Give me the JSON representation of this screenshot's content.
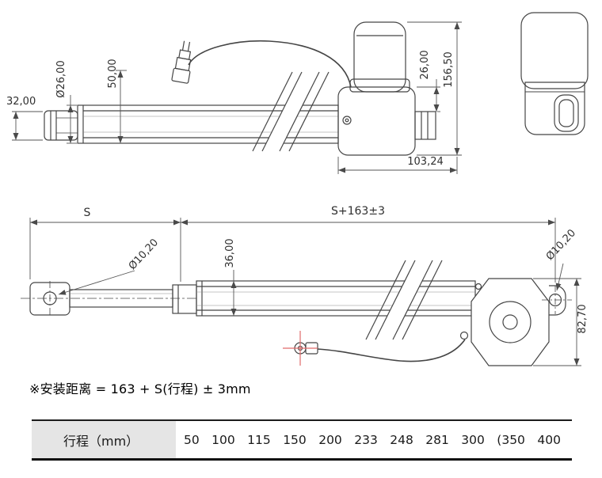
{
  "side_view": {
    "dim_height_left": "32,00",
    "dim_tube_diameter": "Ø26,00",
    "dim_50": "50,00",
    "dim_26": "26,00",
    "dim_total_height": "156,50",
    "dim_housing_width": "103,24"
  },
  "plan_view": {
    "dim_stroke": "S",
    "dim_retracted_length": "S+163±3",
    "dim_hole_left": "Ø10,20",
    "dim_tube_width": "36,00",
    "dim_hole_right": "Ø10,20",
    "dim_housing_height": "82,70"
  },
  "note": "※安装距离 = 163 + S(行程) ± 3mm",
  "stroke_table": {
    "header": "行程（mm）",
    "values": [
      "50",
      "100",
      "115",
      "150",
      "200",
      "233",
      "248",
      "281",
      "300",
      "(350",
      "400"
    ]
  },
  "colors": {
    "outline": "#454545",
    "dimension": "#555555",
    "center_mark": "#e06a6a",
    "table_header_bg": "#e5e5e5"
  }
}
